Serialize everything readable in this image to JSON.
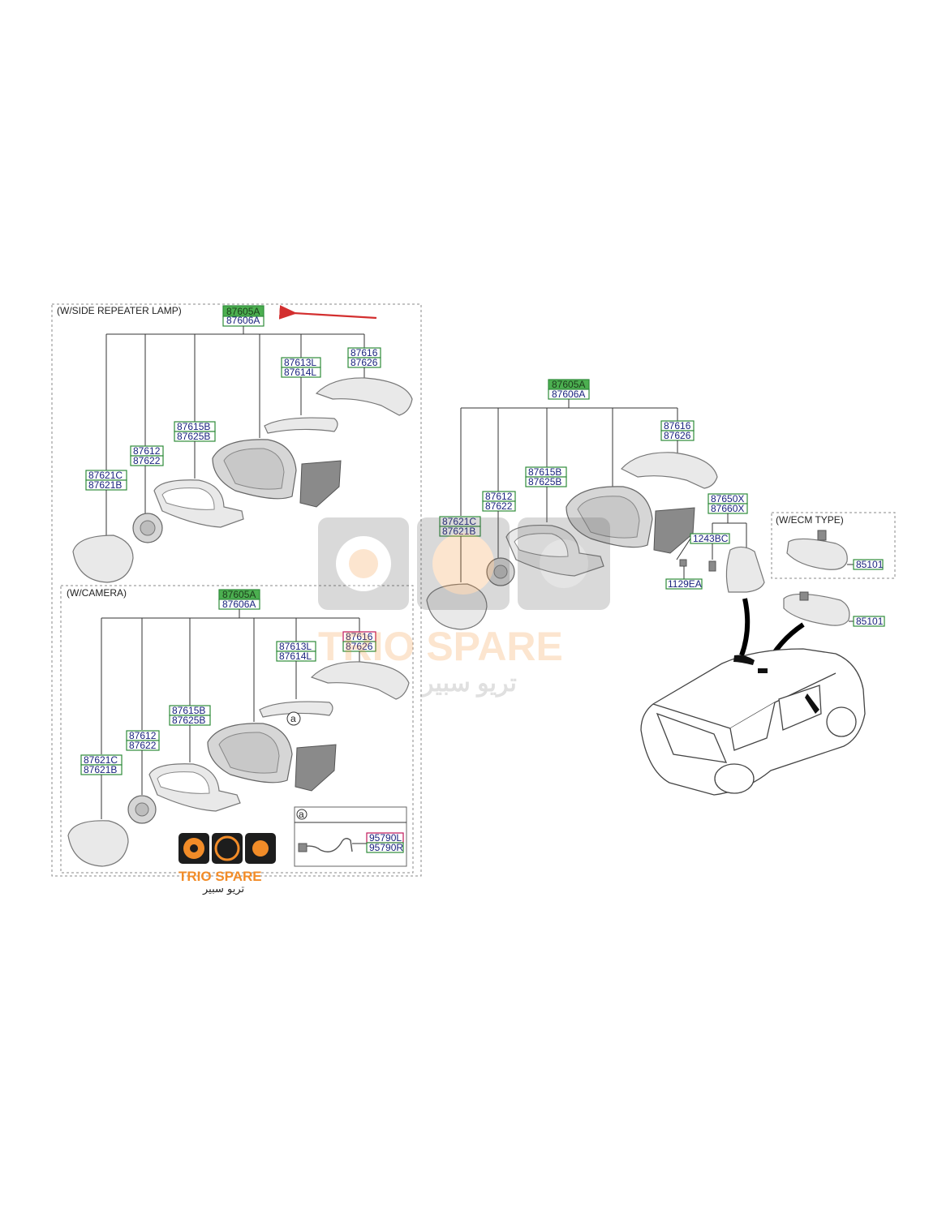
{
  "groups": {
    "side_repeater": {
      "title": "(W/SIDE REPEATER LAMP)"
    },
    "camera": {
      "title": "(W/CAMERA)"
    },
    "ecm": {
      "title": "(W/ECM TYPE)"
    },
    "detail_a": {
      "title": "a"
    }
  },
  "side_repeater_parts": {
    "assy_top": "87605A",
    "assy_bot": "87606A",
    "cap_top": "87616",
    "cap_bot": "87626",
    "lamp_top": "87613L",
    "lamp_bot": "87614L",
    "housing_top": "87615B",
    "housing_bot": "87625B",
    "actuator_top": "87612",
    "actuator_bot": "87622",
    "glass_top": "87621C",
    "glass_bot": "87621B"
  },
  "camera_parts": {
    "assy_top": "87605A",
    "assy_bot": "87606A",
    "cap_top": "87616",
    "cap_bot": "87626",
    "lamp_top": "87613L",
    "lamp_bot": "87614L",
    "housing_top": "87615B",
    "housing_bot": "87625B",
    "actuator_top": "87612",
    "actuator_bot": "87622",
    "glass_top": "87621C",
    "glass_bot": "87621B",
    "callout": "a",
    "camera_top": "95790L",
    "camera_bot": "95790R"
  },
  "standard_parts": {
    "assy_top": "87605A",
    "assy_bot": "87606A",
    "cap_top": "87616",
    "cap_bot": "87626",
    "housing_top": "87615B",
    "housing_bot": "87625B",
    "actuator_top": "87612",
    "actuator_bot": "87622",
    "glass_top": "87621C",
    "glass_bot": "87621B",
    "cover_top": "87650X",
    "cover_bot": "87660X",
    "bolt_a": "1243BC",
    "bolt_b": "1129EA"
  },
  "inside_mirror": {
    "ecm_part": "85101",
    "std_part": "85101"
  },
  "watermark": {
    "brand": "TRIO SPARE",
    "arabic": "تريو سبير"
  },
  "logo": {
    "brand": "TRIO SPARE",
    "arabic": "تريو سبير"
  },
  "colors": {
    "highlight": "#4caf50",
    "box_border": "#2e8b3a",
    "text": "#1a237e",
    "arrow": "#d32f2f",
    "brand_orange": "#f28c28"
  }
}
